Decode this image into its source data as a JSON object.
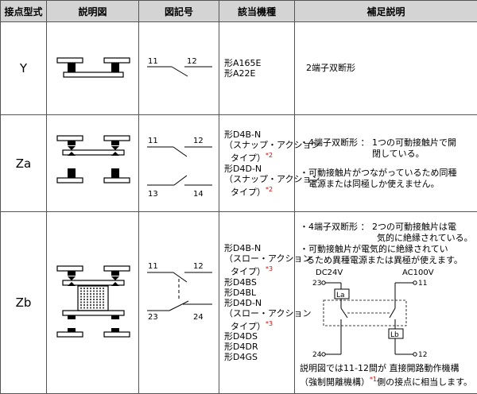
{
  "headers": {
    "type": "接点型式",
    "diagram": "説明図",
    "symbol": "図記号",
    "models": "該当機種",
    "notes": "補足説明"
  },
  "row_y": {
    "type": "Y",
    "t1": "11",
    "t2": "12",
    "models": [
      "形A165E",
      "形A22E"
    ],
    "note": "2端子双断形"
  },
  "row_za": {
    "type": "Za",
    "t11": "11",
    "t12": "12",
    "t13": "13",
    "t14": "14",
    "m1": "形D4B-N",
    "m2": "（スナップ・アクション",
    "m3": "タイプ）",
    "m3_mark": "*2",
    "m4": "形D4D-N",
    "m5": "（スナップ・アクション",
    "m6": "タイプ）",
    "m6_mark": "*2",
    "n1a": "・4端子双断形 ： 1つの可動接触片で開",
    "n1b": "閉している。",
    "n2a": "・可動接触片がつながっているため同種",
    "n2b": "電源または同極しか使えません。"
  },
  "row_zb": {
    "type": "Zb",
    "t11": "11",
    "t12": "12",
    "t23": "23",
    "t24": "24",
    "m1": "形D4B-N",
    "m2": "（スロー・アクション",
    "m3": "タイプ）",
    "m3_mark": "*3",
    "m4": "形D4BS",
    "m5": "形D4BL",
    "m6": "形D4D-N",
    "m7": "（スロー・アクション",
    "m8": "タイプ）",
    "m8_mark": "*3",
    "m9": "形D4DS",
    "m10": "形D4DR",
    "m11": "形D4GS",
    "n1a": "・4端子双断形 ： 2つの可動接触片は電",
    "n1b": "気的に絶縁されている。",
    "n2a": "・可動接触片が電気的に絶縁されてい",
    "n2b": "るため異種電源または異極が使えます。",
    "circuit": {
      "dc": "DC24V",
      "ac": "AC100V",
      "t23": "23",
      "t11": "11",
      "t24": "24",
      "t12": "12",
      "la": "La",
      "lb": "Lb"
    },
    "f1": "説明図では11-12間が 直接開路動作機構",
    "f2a": "（強制開離機構）",
    "f2_mark": "*1",
    "f2b": "側の接点に相当します。"
  }
}
